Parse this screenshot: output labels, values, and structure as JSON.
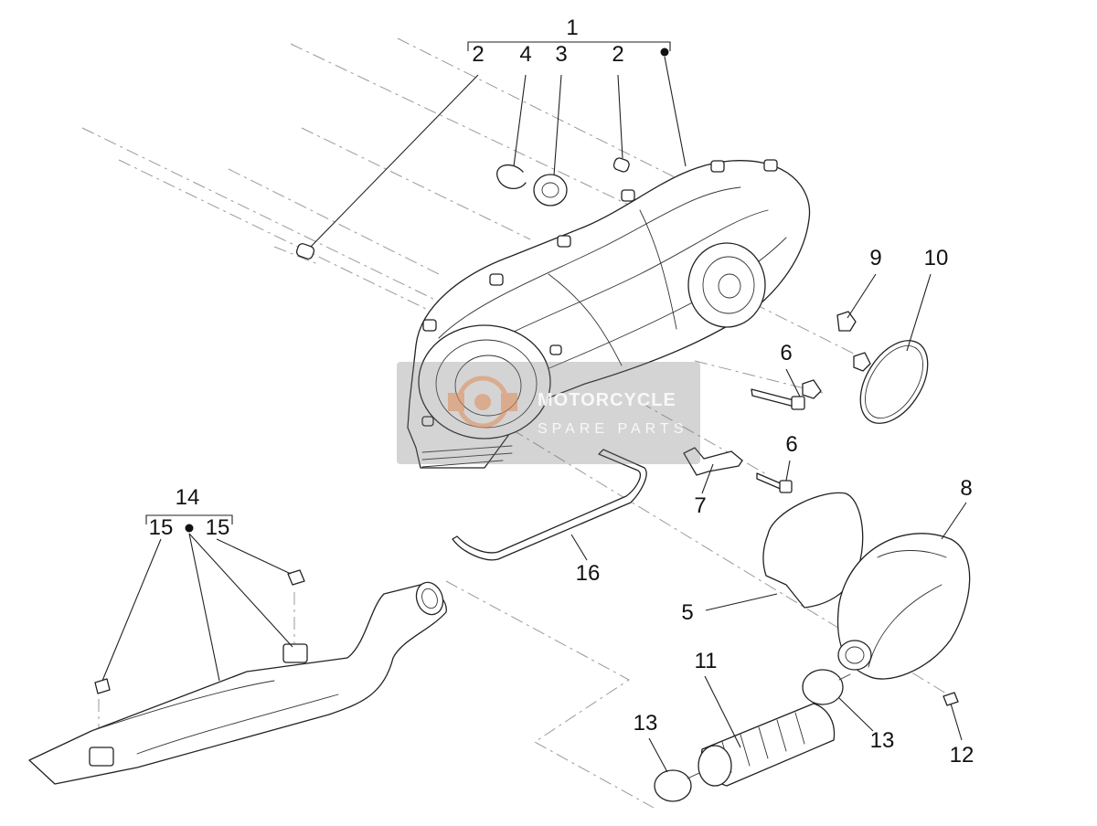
{
  "diagram": {
    "callouts": {
      "c1": "1",
      "c2a": "2",
      "c4": "4",
      "c3": "3",
      "c2b": "2",
      "c9": "9",
      "c10": "10",
      "c6a": "6",
      "c6b": "6",
      "c7": "7",
      "c8": "8",
      "c14": "14",
      "c15a": "15",
      "c15b": "15",
      "c16": "16",
      "c5": "5",
      "c11": "11",
      "c13a": "13",
      "c13b": "13",
      "c12": "12"
    },
    "watermark": {
      "line1": "MOTORCYCLE",
      "line2": "SPARE PARTS"
    }
  }
}
